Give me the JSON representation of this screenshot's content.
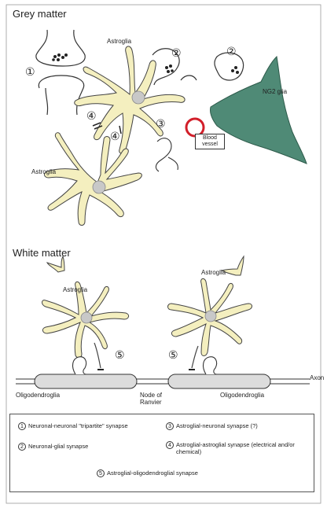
{
  "sections": {
    "grey": "Grey matter",
    "white": "White matter"
  },
  "labels": {
    "astroglia_top": "Astroglia",
    "astroglia_mid": "Astroglia",
    "astroglia_wm_left": "Astroglia",
    "astroglia_wm_right": "Astroglia",
    "ng2": "NG2 glia",
    "blood_vessel_line1": "Blood",
    "blood_vessel_line2": "vessel",
    "oligo_left": "Oligodendroglia",
    "oligo_right": "Oligodendroglia",
    "node_line1": "Node of",
    "node_line2": "Ranvier",
    "axon": "Axon"
  },
  "markers": {
    "m1": "①",
    "m2a": "②",
    "m2b": "②",
    "m3": "③",
    "m4a": "④",
    "m4b": "④",
    "m5a": "⑤",
    "m5b": "⑤"
  },
  "legend": {
    "item1_num": "1",
    "item1_text": "Neuronal-neuronal \"tripartite\" synapse",
    "item2_num": "2",
    "item2_text": "Neuronal-glial synapse",
    "item3_num": "3",
    "item3_text": "Astroglial-neuronal synapse (?)",
    "item4_num": "4",
    "item4_text": "Astroglial-astroglial synapse (electrical and/or chemical)",
    "item5_num": "5",
    "item5_text": "Astroglial-oligodendroglial synapse"
  },
  "colors": {
    "astrocyte_fill": "#f4efbf",
    "nucleus": "#c8c8c8",
    "ng2_fill": "#4f8a76",
    "vessel": "#d21f2a",
    "axon_fill": "#dcdcdc"
  }
}
